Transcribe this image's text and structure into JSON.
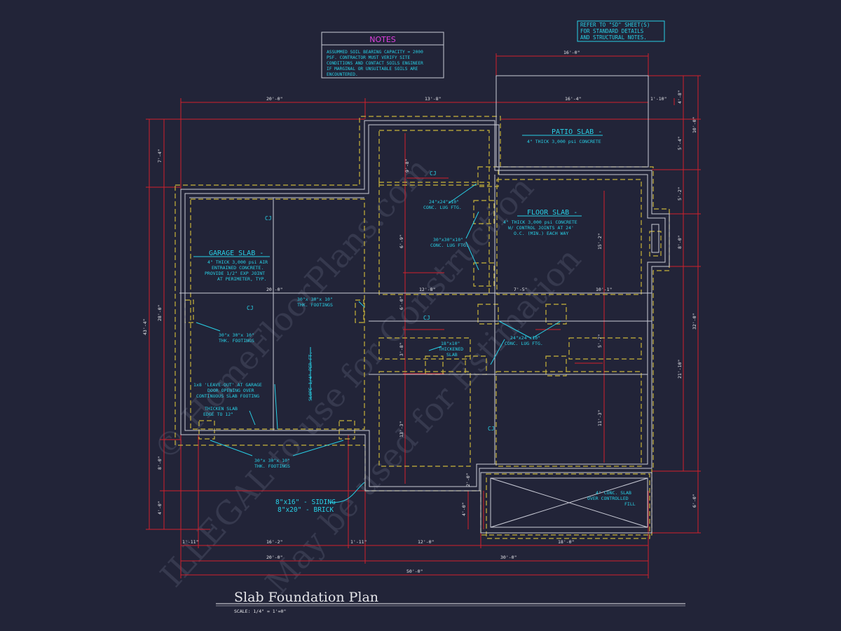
{
  "notes": {
    "heading": "NOTES",
    "lines": [
      "ASSUMMED SOIL BEARING CAPACITY = 2000",
      "PSF.  CONTRACTOR MUST VERIFY SITE",
      "CONDITIONS AND CONTACT SOILS ENGINEER",
      "IF MARGINAL OR UNSUITABLE SOILS ARE",
      "ENCOUNTERED."
    ]
  },
  "refer_box": {
    "lines": [
      "REFER TO \"SD\" SHEET(S)",
      "FOR STANDARD DETAILS",
      "AND STRUCTURAL NOTES."
    ]
  },
  "labels": {
    "patio_title": "PATIO SLAB -",
    "patio_sub": "4\" THICK 3,000 psi CONCRETE",
    "floor_title": "FLOOR SLAB -",
    "floor_sub": [
      "4\" THICK 3,000 psi CONCRETE",
      "W/ CONTROL JOINTS AT 24'",
      "O.C. (MIN.) EACH WAY"
    ],
    "garage_title": "GARAGE SLAB -",
    "garage_sub": [
      "4\" THICK 3,000 psi AIR",
      "ENTRAINED CONCRETE.",
      "PROVIDE 1/2\" EXP JOINT",
      "AT PERIMETER, TYP."
    ],
    "lug_24": [
      "24\"x24\"x10\"",
      "CONC. LUG FTG."
    ],
    "lug_30": [
      "30\"x30\"x10\"",
      "CONC. LUG FTG."
    ],
    "ftg_30_right": [
      "30\"x 30\"x 10\"",
      "THK. FOOTINGS"
    ],
    "ftg_30_left": [
      "30\"x 30\"x 10\"",
      "THK. FOOTINGS"
    ],
    "ftg_30_bottom": [
      "30\"x 30\"x 10\"",
      "THK. FOOTINGS"
    ],
    "thickened": [
      "18\"x10\"",
      "THICKENED",
      "SLAB"
    ],
    "lug_24b": [
      "24\"x24\"x10\"",
      "CONC. LUG FTG."
    ],
    "leave_out": [
      "1x8 'LEAVE-OUT' AT GARAGE",
      "DOOR OPENING OVER",
      "CONTINUOUS SLAB FOOTING"
    ],
    "thicken_edge": [
      "THICKEN SLAB",
      "EDGE TO 12\""
    ],
    "slope": "SLOPE 1/4\" PER FT.",
    "conc_fill": [
      "4\" CONC. SLAB",
      "OVER CONTROLLED",
      "FILL"
    ],
    "siding": "8\"x16\" - SIDING",
    "brick": "8\"x20\" - BRICK",
    "cj": "CJ"
  },
  "dims": {
    "top_20": "20'-0\"",
    "top_13_8": "13'-8\"",
    "top_16_0": "16'-0\"",
    "top_16_4": "16'-4\"",
    "top_1_10": "1'-10\"",
    "mid_20": "20'-0\"",
    "mid_12_8": "12'-8\"",
    "mid_7_5": "7'-5\"",
    "mid_10_1": "10'-1\"",
    "bot_1_11a": "1'-11\"",
    "bot_16_2": "16'-2\"",
    "bot_1_11b": "1'-11\"",
    "bot_12_0": "12'-0\"",
    "bot_18_0": "18'-0\"",
    "bot_20": "20'-0\"",
    "bot_30": "30'-0\"",
    "bot_50": "50'-0\"",
    "left_7_4": "7'-4\"",
    "left_43_4": "43'-4\"",
    "left_28_0": "28'-0\"",
    "left_8_0": "8'-0\"",
    "left_4_0": "4'-0\"",
    "right_4_8": "4'-8\"",
    "right_10_0": "10'-0\"",
    "right_5_4": "5'-4\"",
    "right_5_2": "5'-2\"",
    "right_8_0": "8'-0\"",
    "right_32_0": "32'-0\"",
    "right_21_10": "21'-10\"",
    "right_6_0": "6'-0\"",
    "in_9_8": "9'-8\"",
    "in_6_9": "6'-9\"",
    "in_6_0": "6'-0\"",
    "in_3_8": "3'-8\"",
    "in_13_3": "13'-3\"",
    "in_15_2": "15'-2\"",
    "in_5_7": "5'-7\"",
    "in_11_3": "11'-3\"",
    "in_2_0": "2'-0\"",
    "in_4_0": "4'-0\""
  },
  "watermark": {
    "line1": "© HomeFloorPlans.com",
    "line2": "ILLEGAL to use for Construction",
    "line3": "May be used for Estimation"
  },
  "title_block": {
    "title": "Slab Foundation Plan",
    "scale": "SCALE: 1/4\" = 1'=0\""
  },
  "colors": {
    "background": "#222438",
    "wall": "#c9cbd6",
    "footing": "#c8b43a",
    "dim": "#d1202c",
    "label": "#28d0e6",
    "notes_title": "#e040e0",
    "text": "#e6e6ea"
  }
}
